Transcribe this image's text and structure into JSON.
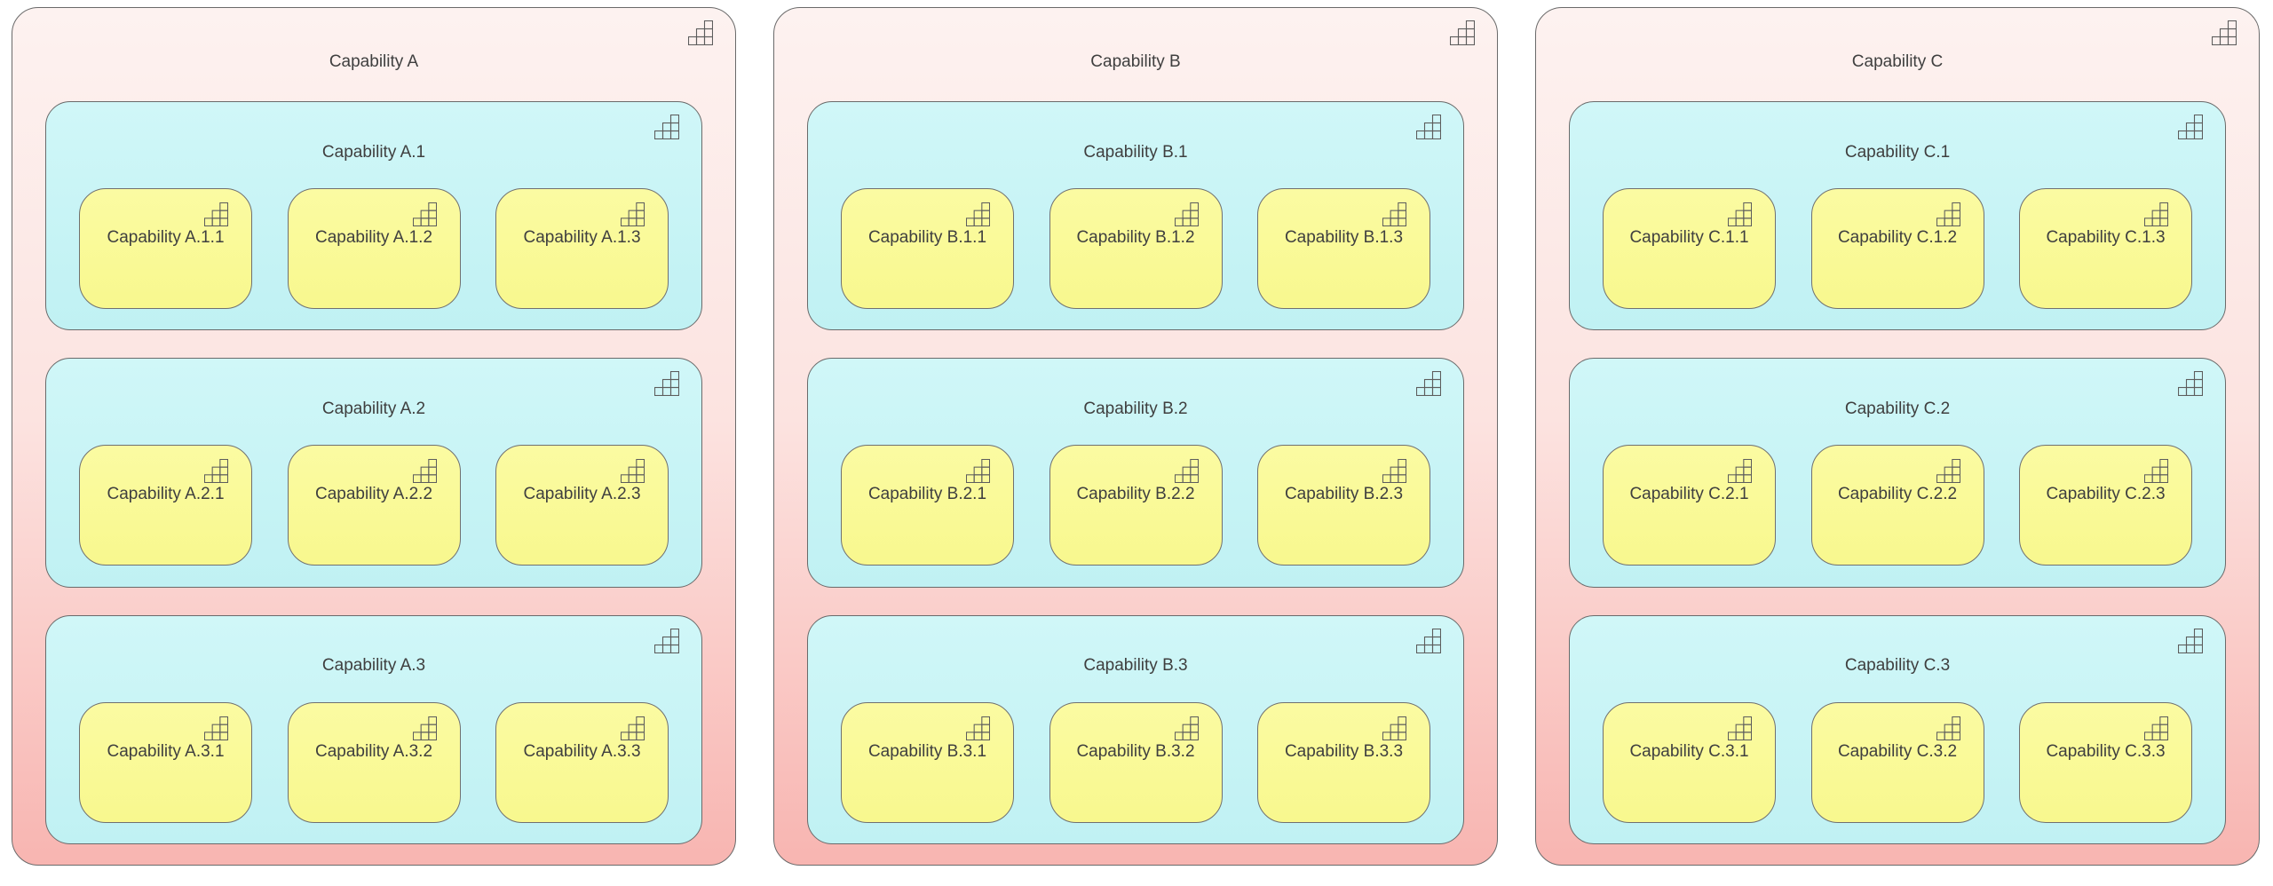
{
  "diagram": {
    "type": "archimate-capability-map",
    "icon": "capability-icon",
    "colors": {
      "outer_gradient_top": "#fdf2f0",
      "outer_gradient_bottom": "#f8b5b1",
      "group_gradient_top": "#d0f7f8",
      "group_gradient_bottom": "#c0f1f3",
      "leaf_gradient_top": "#fbfba2",
      "leaf_gradient_bottom": "#f8f88e",
      "border": "#6a6a6a",
      "text": "#3f3f3f"
    },
    "containers": [
      {
        "title": "Capability A",
        "groups": [
          {
            "title": "Capability A.1",
            "items": [
              "Capability A.1.1",
              "Capability A.1.2",
              "Capability A.1.3"
            ]
          },
          {
            "title": "Capability A.2",
            "items": [
              "Capability A.2.1",
              "Capability A.2.2",
              "Capability A.2.3"
            ]
          },
          {
            "title": "Capability A.3",
            "items": [
              "Capability A.3.1",
              "Capability A.3.2",
              "Capability A.3.3"
            ]
          }
        ]
      },
      {
        "title": "Capability B",
        "groups": [
          {
            "title": "Capability B.1",
            "items": [
              "Capability B.1.1",
              "Capability B.1.2",
              "Capability B.1.3"
            ]
          },
          {
            "title": "Capability B.2",
            "items": [
              "Capability B.2.1",
              "Capability B.2.2",
              "Capability B.2.3"
            ]
          },
          {
            "title": "Capability B.3",
            "items": [
              "Capability B.3.1",
              "Capability B.3.2",
              "Capability B.3.3"
            ]
          }
        ]
      },
      {
        "title": "Capability C",
        "groups": [
          {
            "title": "Capability C.1",
            "items": [
              "Capability C.1.1",
              "Capability C.1.2",
              "Capability C.1.3"
            ]
          },
          {
            "title": "Capability C.2",
            "items": [
              "Capability C.2.1",
              "Capability C.2.2",
              "Capability C.2.3"
            ]
          },
          {
            "title": "Capability C.3",
            "items": [
              "Capability C.3.1",
              "Capability C.3.2",
              "Capability C.3.3"
            ]
          }
        ]
      }
    ]
  }
}
